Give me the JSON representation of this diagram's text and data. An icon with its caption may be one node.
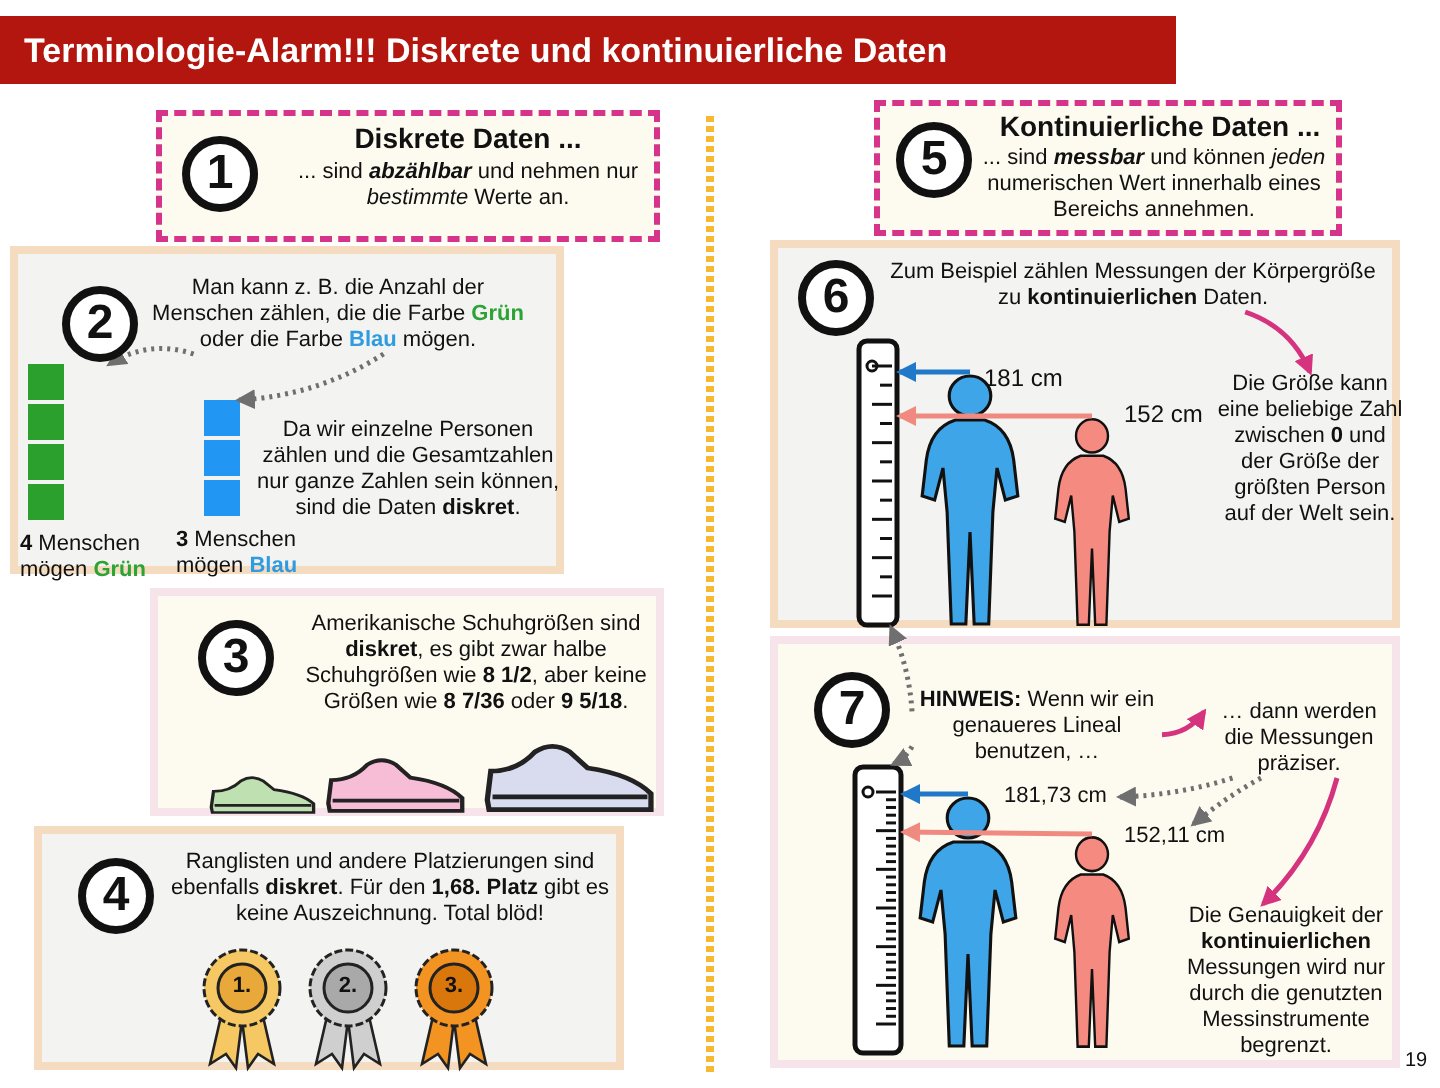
{
  "diagram": {
    "title": "Terminologie-Alarm!!! Diskrete und kontinuierliche Daten",
    "nodes": [
      {
        "text": [
          "1",
          "Diskrete Daten ...",
          "... sind **abzählbar** und nehmen nur *bestimmte* Werte an."
        ]
      },
      {
        "text": [
          "2"
        ]
      },
      {
        "text": [
          "Man kann z. B. die Anzahl der Menschen zählen, die die Farbe **Grün** oder die Farbe **Blau** mögen."
        ],
        "in": 1
      },
      {
        "text": [
          "Da wir einzelne Personen zählen und die Gesamtzahlen nur ganze Zahlen sein können, sind die Daten **diskret**."
        ],
        "in": 1
      },
      {
        "text": [],
        "shape": "bar",
        "in": 1,
        "beside": [
          "**4** Menschen mögen **Grün**"
        ]
      },
      {
        "text": [],
        "shape": "bar",
        "in": 1,
        "beside": [
          "**3** Menschen mögen **Blau**"
        ]
      },
      {
        "text": [
          "3",
          "Amerikanische Schuhgrößen sind **diskret**, es gibt zwar halbe Schuhgrößen wie **8 1/2**, aber keine Größen wie **8 7/36** oder **9 5/18**."
        ]
      },
      {
        "text": [
          "4",
          "Ranglisten und andere Platzierungen sind ebenfalls **diskret**. Für den **1,68. Platz** gibt es keine Auszeichnung. Total blöd!"
        ]
      },
      {
        "text": [
          "1."
        ],
        "in": 7
      },
      {
        "text": [
          "2."
        ],
        "in": 7
      },
      {
        "text": [
          "3."
        ],
        "in": 7
      },
      {
        "text": [
          "5",
          "Kontinuierliche Daten ...",
          "... sind **messbar** und können *jeden* numerischen Wert innerhalb eines Bereichs annehmen."
        ]
      },
      {
        "text": [
          "6"
        ]
      },
      {
        "text": [
          "Zum Beispiel zählen Messungen der Körpergröße zu **kontinuierlichen** Daten."
        ],
        "in": 12
      },
      {
        "text": [
          "Die Größe kann eine beliebige Zahl zwischen **0** und der Größe der größten Person auf der Welt sein."
        ],
        "in": 12
      },
      {
        "text": [],
        "shape": "picture",
        "in": 12
      },
      {
        "text": [],
        "shape": "person",
        "in": 12
      },
      {
        "text": [],
        "shape": "person",
        "in": 12
      },
      {
        "text": [
          "7"
        ]
      },
      {
        "text": [
          "**HINWEIS:** Wenn wir ein genaueres Lineal benutzen, …"
        ],
        "in": 18
      },
      {
        "text": [
          "… dann werden die Messungen präziser."
        ],
        "in": 18
      },
      {
        "text": [
          "Die Genauigkeit der **kontinuierlichen** Messungen wird nur durch die genutzten Messinstrumente begrenzt."
        ],
        "in": 18
      },
      {
        "text": [],
        "shape": "picture",
        "in": 18
      },
      {
        "text": [],
        "shape": "person",
        "in": 18
      },
      {
        "text": [],
        "shape": "person",
        "in": 18
      },
      {
        "text": [
          "181,73 cm"
        ],
        "in": 18
      },
      {
        "text": [
          "152,11 cm"
        ],
        "in": 18
      }
    ],
    "edges": [
      {
        "from": 2,
        "to": 4,
        "arrow": "to",
        "style": "dashed"
      },
      {
        "from": 2,
        "to": 5,
        "arrow": "to",
        "style": "dashed"
      },
      {
        "from": 13,
        "to": 14,
        "arrow": "to",
        "color": "#d6337f"
      },
      {
        "from": 16,
        "to": 15,
        "arrow": "to",
        "label": "181 cm",
        "color": "#1f78c8"
      },
      {
        "from": 17,
        "to": 15,
        "arrow": "to",
        "label": "152 cm",
        "color": "#f08a80"
      },
      {
        "from": 19,
        "to": 15,
        "arrow": "to",
        "style": "dashed"
      },
      {
        "from": 19,
        "to": 22,
        "arrow": "to",
        "style": "dashed"
      },
      {
        "from": 19,
        "to": 20,
        "arrow": "to",
        "color": "#d6337f"
      },
      {
        "from": 20,
        "to": 25,
        "arrow": "to",
        "style": "dashed"
      },
      {
        "from": 20,
        "to": 26,
        "arrow": "to",
        "style": "dashed"
      },
      {
        "from": 20,
        "to": 21,
        "arrow": "to",
        "color": "#d6337f"
      },
      {
        "from": 23,
        "to": 22,
        "arrow": "to",
        "color": "#1f78c8"
      },
      {
        "from": 24,
        "to": 22,
        "arrow": "to",
        "color": "#f08a80"
      }
    ],
    "labels": [
      "19"
    ]
  }
}
